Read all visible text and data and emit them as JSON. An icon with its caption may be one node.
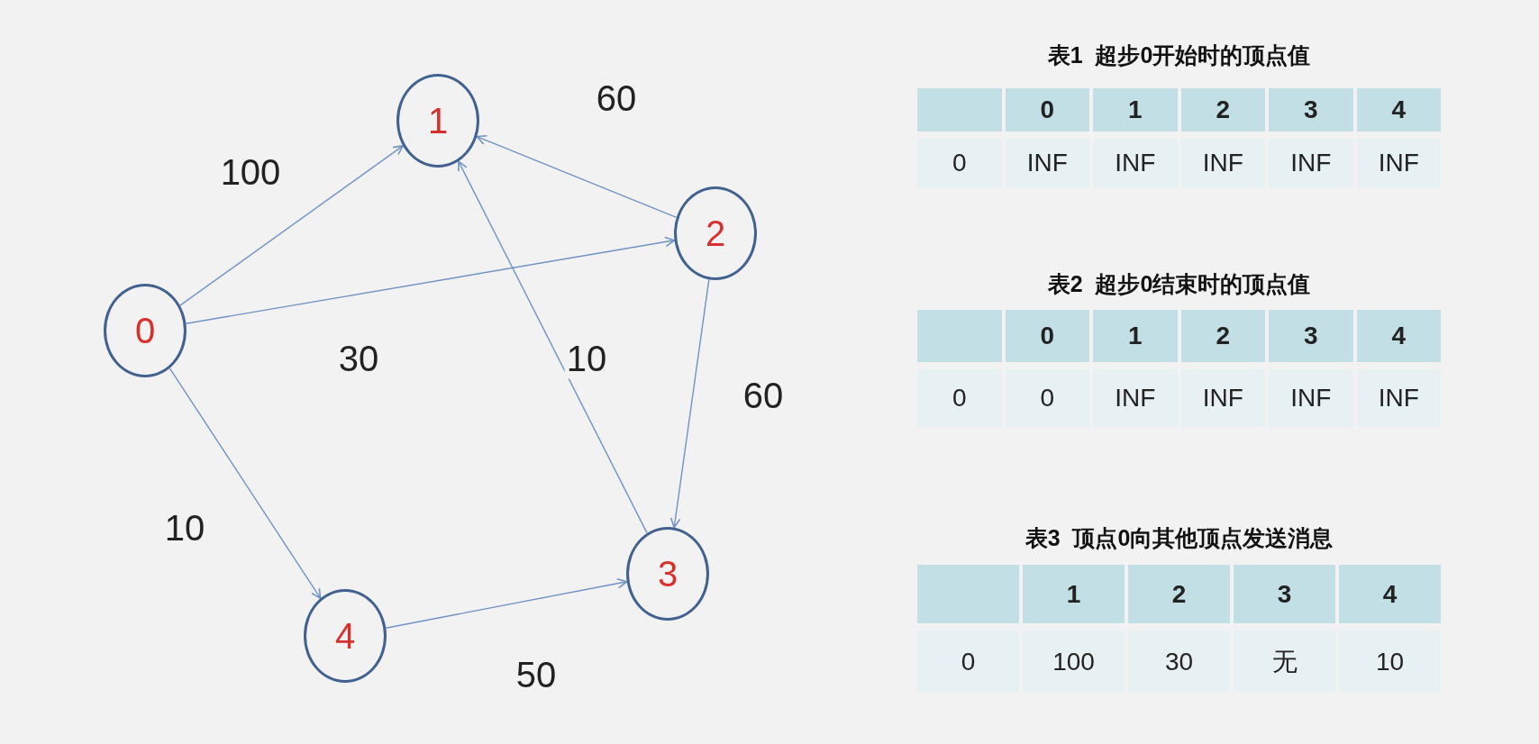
{
  "diagram": {
    "nodes": [
      {
        "text": [
          "0"
        ]
      },
      {
        "text": [
          "1"
        ]
      },
      {
        "text": [
          "2"
        ]
      },
      {
        "text": [
          "3"
        ]
      },
      {
        "text": [
          "4"
        ]
      }
    ],
    "edges": [
      {
        "from": 0,
        "to": 1,
        "arrow": "to",
        "label": "100"
      },
      {
        "from": 0,
        "to": 2,
        "arrow": "to",
        "label": "30"
      },
      {
        "from": 0,
        "to": 4,
        "arrow": "to",
        "label": "10"
      },
      {
        "from": 2,
        "to": 1,
        "arrow": "to",
        "label": "60"
      },
      {
        "from": 3,
        "to": 1,
        "arrow": "to",
        "label": "10"
      },
      {
        "from": 2,
        "to": 3,
        "arrow": "to",
        "label": "60"
      },
      {
        "from": 4,
        "to": 3,
        "arrow": "to",
        "label": "50"
      }
    ],
    "labels": [
      "表1  超步0开始时的顶点值",
      "0",
      "1",
      "2",
      "3",
      "4",
      "0",
      "INF",
      "INF",
      "INF",
      "INF",
      "INF",
      "表2  超步0结束时的顶点值",
      "0",
      "1",
      "2",
      "3",
      "4",
      "0",
      "0",
      "INF",
      "INF",
      "INF",
      "INF",
      "表3  顶点0向其他顶点发送消息",
      "1",
      "2",
      "3",
      "4",
      "0",
      "100",
      "30",
      "无",
      "10"
    ]
  }
}
